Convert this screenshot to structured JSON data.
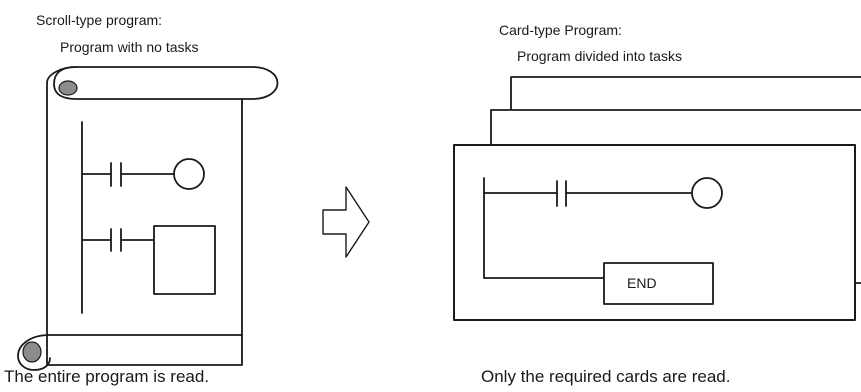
{
  "scroll": {
    "heading": "Scroll-type program:",
    "subheading": "Program with no tasks",
    "caption": "The entire program is read."
  },
  "card": {
    "heading": "Card-type Program:",
    "subheading": "Program divided into tasks",
    "end_label": "END",
    "caption": "Only the required cards are read."
  },
  "colors": {
    "stroke": "#1a1a1a",
    "curl_shade": "#8c8c8c",
    "background": "#ffffff"
  },
  "icons": {
    "transition": "hollow-arrow-right"
  }
}
